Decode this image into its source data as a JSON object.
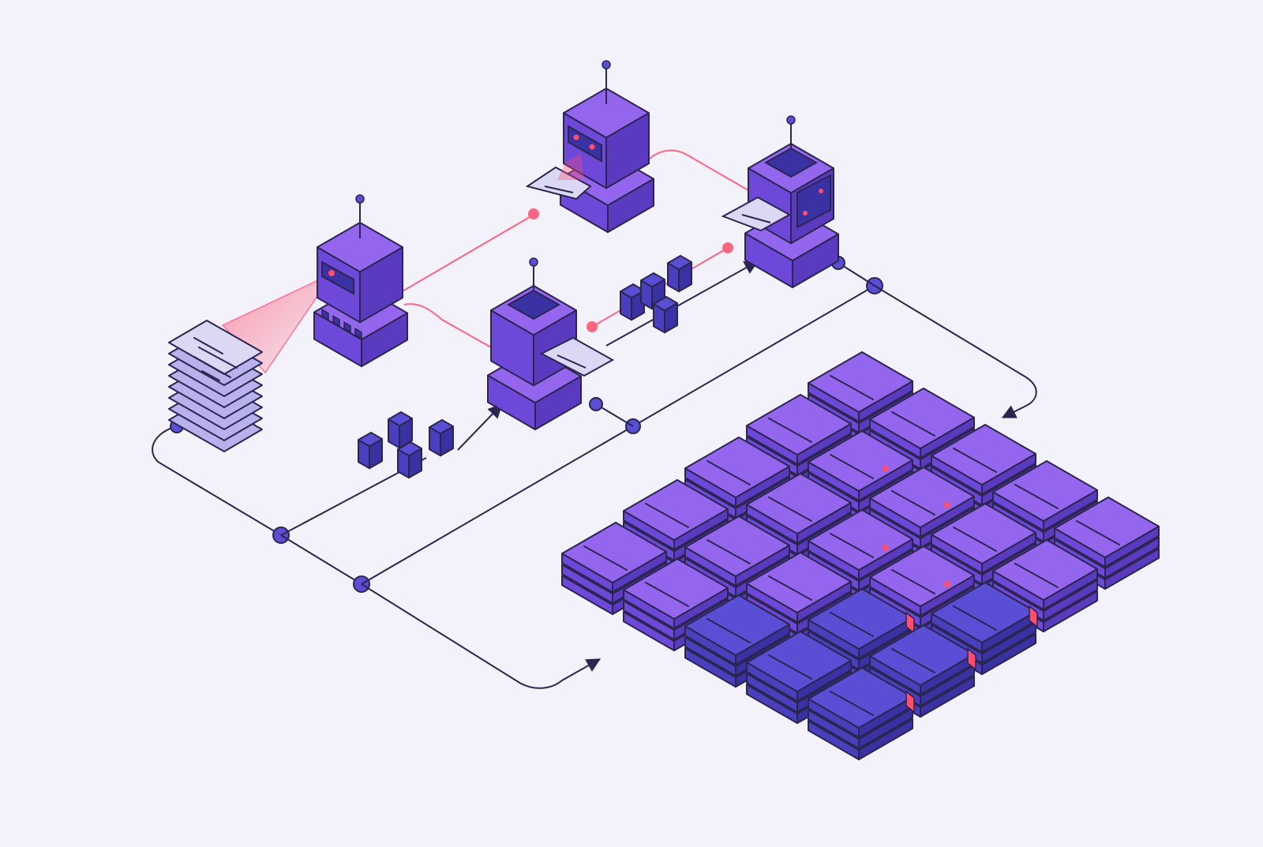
{
  "colors": {
    "background": "#f3f1fa",
    "stroke": "#2b2552",
    "purple_top": "#9466ee",
    "purple_left": "#6e48d8",
    "purple_right": "#5a3bc0",
    "indigo_top": "#5a4fd4",
    "indigo_left": "#4a40bd",
    "indigo_right": "#3a31a3",
    "paper": "#dcd8f3",
    "accent_red": "#ff4d6d",
    "connector": "#2b2552"
  },
  "icons": {
    "ingest_robot": "scanner-robot-icon",
    "review_robot": "review-robot-icon",
    "processing_robot": "processing-robot-icon",
    "analysis_robot": "analysis-robot-icon",
    "document_stack": "document-stack-icon",
    "data_block": "data-block-icon",
    "storage_tile": "storage-tile-icon",
    "flagged_marker": "red-flag-icon"
  },
  "grid": {
    "rows": 5,
    "cols": 5,
    "flagged_tiles": [
      [
        1,
        1
      ],
      [
        2,
        1
      ],
      [
        2,
        2
      ],
      [
        3,
        2
      ],
      [
        3,
        3
      ],
      [
        4,
        2
      ],
      [
        4,
        3
      ],
      [
        4,
        4
      ]
    ],
    "dark_tiles": [
      [
        2,
        4
      ],
      [
        3,
        3
      ],
      [
        3,
        4
      ],
      [
        4,
        2
      ],
      [
        4,
        3
      ],
      [
        4,
        4
      ]
    ]
  }
}
